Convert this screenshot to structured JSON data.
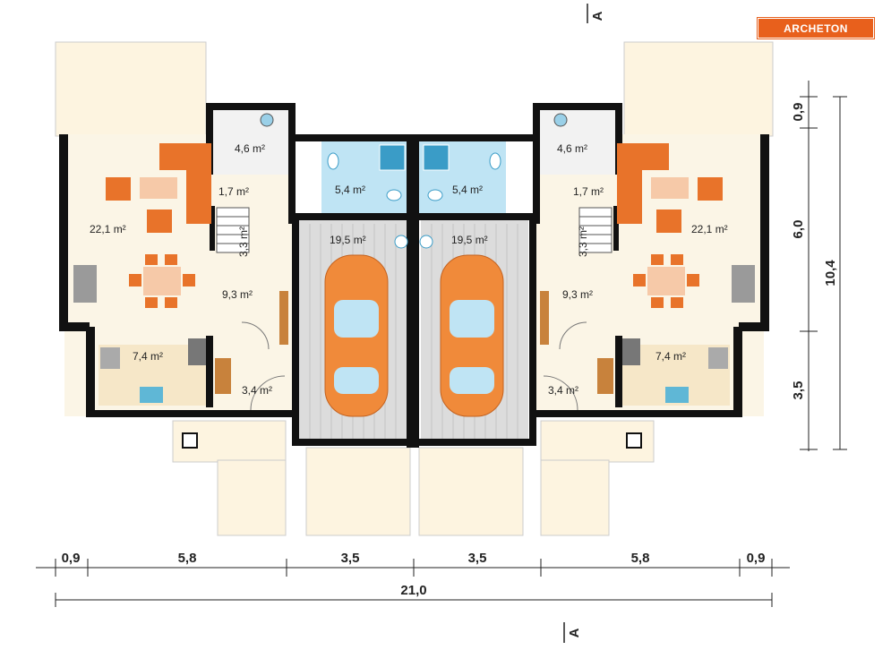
{
  "logo": {
    "text": "ARCHETON",
    "color": "#e8601c"
  },
  "section_marker": "A",
  "colors": {
    "wall": "#111111",
    "floor": "#fbf5e6",
    "terrace": "#fdf4e0",
    "bathroom": "#bfe4f4",
    "garage": "#dcdcdc",
    "sofa": "#e8732a",
    "car": "#f08a3a"
  },
  "rooms": {
    "left_wc": "4,6 m²",
    "left_hall_small": "1,7 m²",
    "left_bath": "5,4 m²",
    "left_living": "22,1 m²",
    "left_stairs": "3,3 m²",
    "left_dining": "9,3 m²",
    "left_garage": "19,5 m²",
    "left_kitchen": "7,4 m²",
    "left_vestibule": "3,4 m²",
    "right_wc": "4,6 m²",
    "right_hall_small": "1,7 m²",
    "right_bath": "5,4 m²",
    "right_living": "22,1 m²",
    "right_stairs": "3,3 m²",
    "right_dining": "9,3 m²",
    "right_garage": "19,5 m²",
    "right_kitchen": "7,4 m²",
    "right_vestibule": "3,4 m²"
  },
  "dimensions": {
    "bottom": [
      "0,9",
      "5,8",
      "3,5",
      "3,5",
      "5,8",
      "0,9"
    ],
    "total": "21,0",
    "right": [
      "0,9",
      "6,0",
      "3,5"
    ],
    "right_total": "10,4"
  }
}
